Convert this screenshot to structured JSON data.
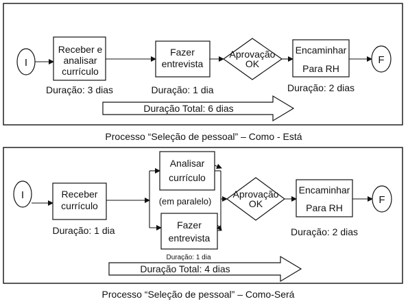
{
  "as_is": {
    "start": "I",
    "end": "F",
    "step1": [
      "Receber e",
      "analisar",
      "currículo"
    ],
    "step2": [
      "Fazer",
      "entrevista"
    ],
    "decision": [
      "Aprovação",
      "OK"
    ],
    "step3": [
      "Encaminhar",
      "Para RH"
    ],
    "dur1": "Duração: 3 dias",
    "dur2": "Duração: 1 dia",
    "dur3": "Duração:  2 dias",
    "total": "Duração Total:  6 dias",
    "caption": "Processo “Seleção de pessoal”  –   Como - Está"
  },
  "to_be": {
    "start": "I",
    "end": "F",
    "step1": [
      "Receber",
      "currículo"
    ],
    "step_a": [
      "Analisar",
      "currículo"
    ],
    "parallel": "(em paralelo)",
    "step_b": [
      "Fazer",
      "entrevista"
    ],
    "decision": [
      "Aprovação",
      "OK"
    ],
    "step3": [
      "Encaminhar",
      "Para RH"
    ],
    "dur1": "Duração: 1 dia",
    "dur_small": "Duração: 1 dia",
    "dur3": "Duração:  2 dias",
    "total": "Duração Total:  4 dias",
    "caption": "Processo “Seleção de pessoal”  –   Como-Será"
  }
}
